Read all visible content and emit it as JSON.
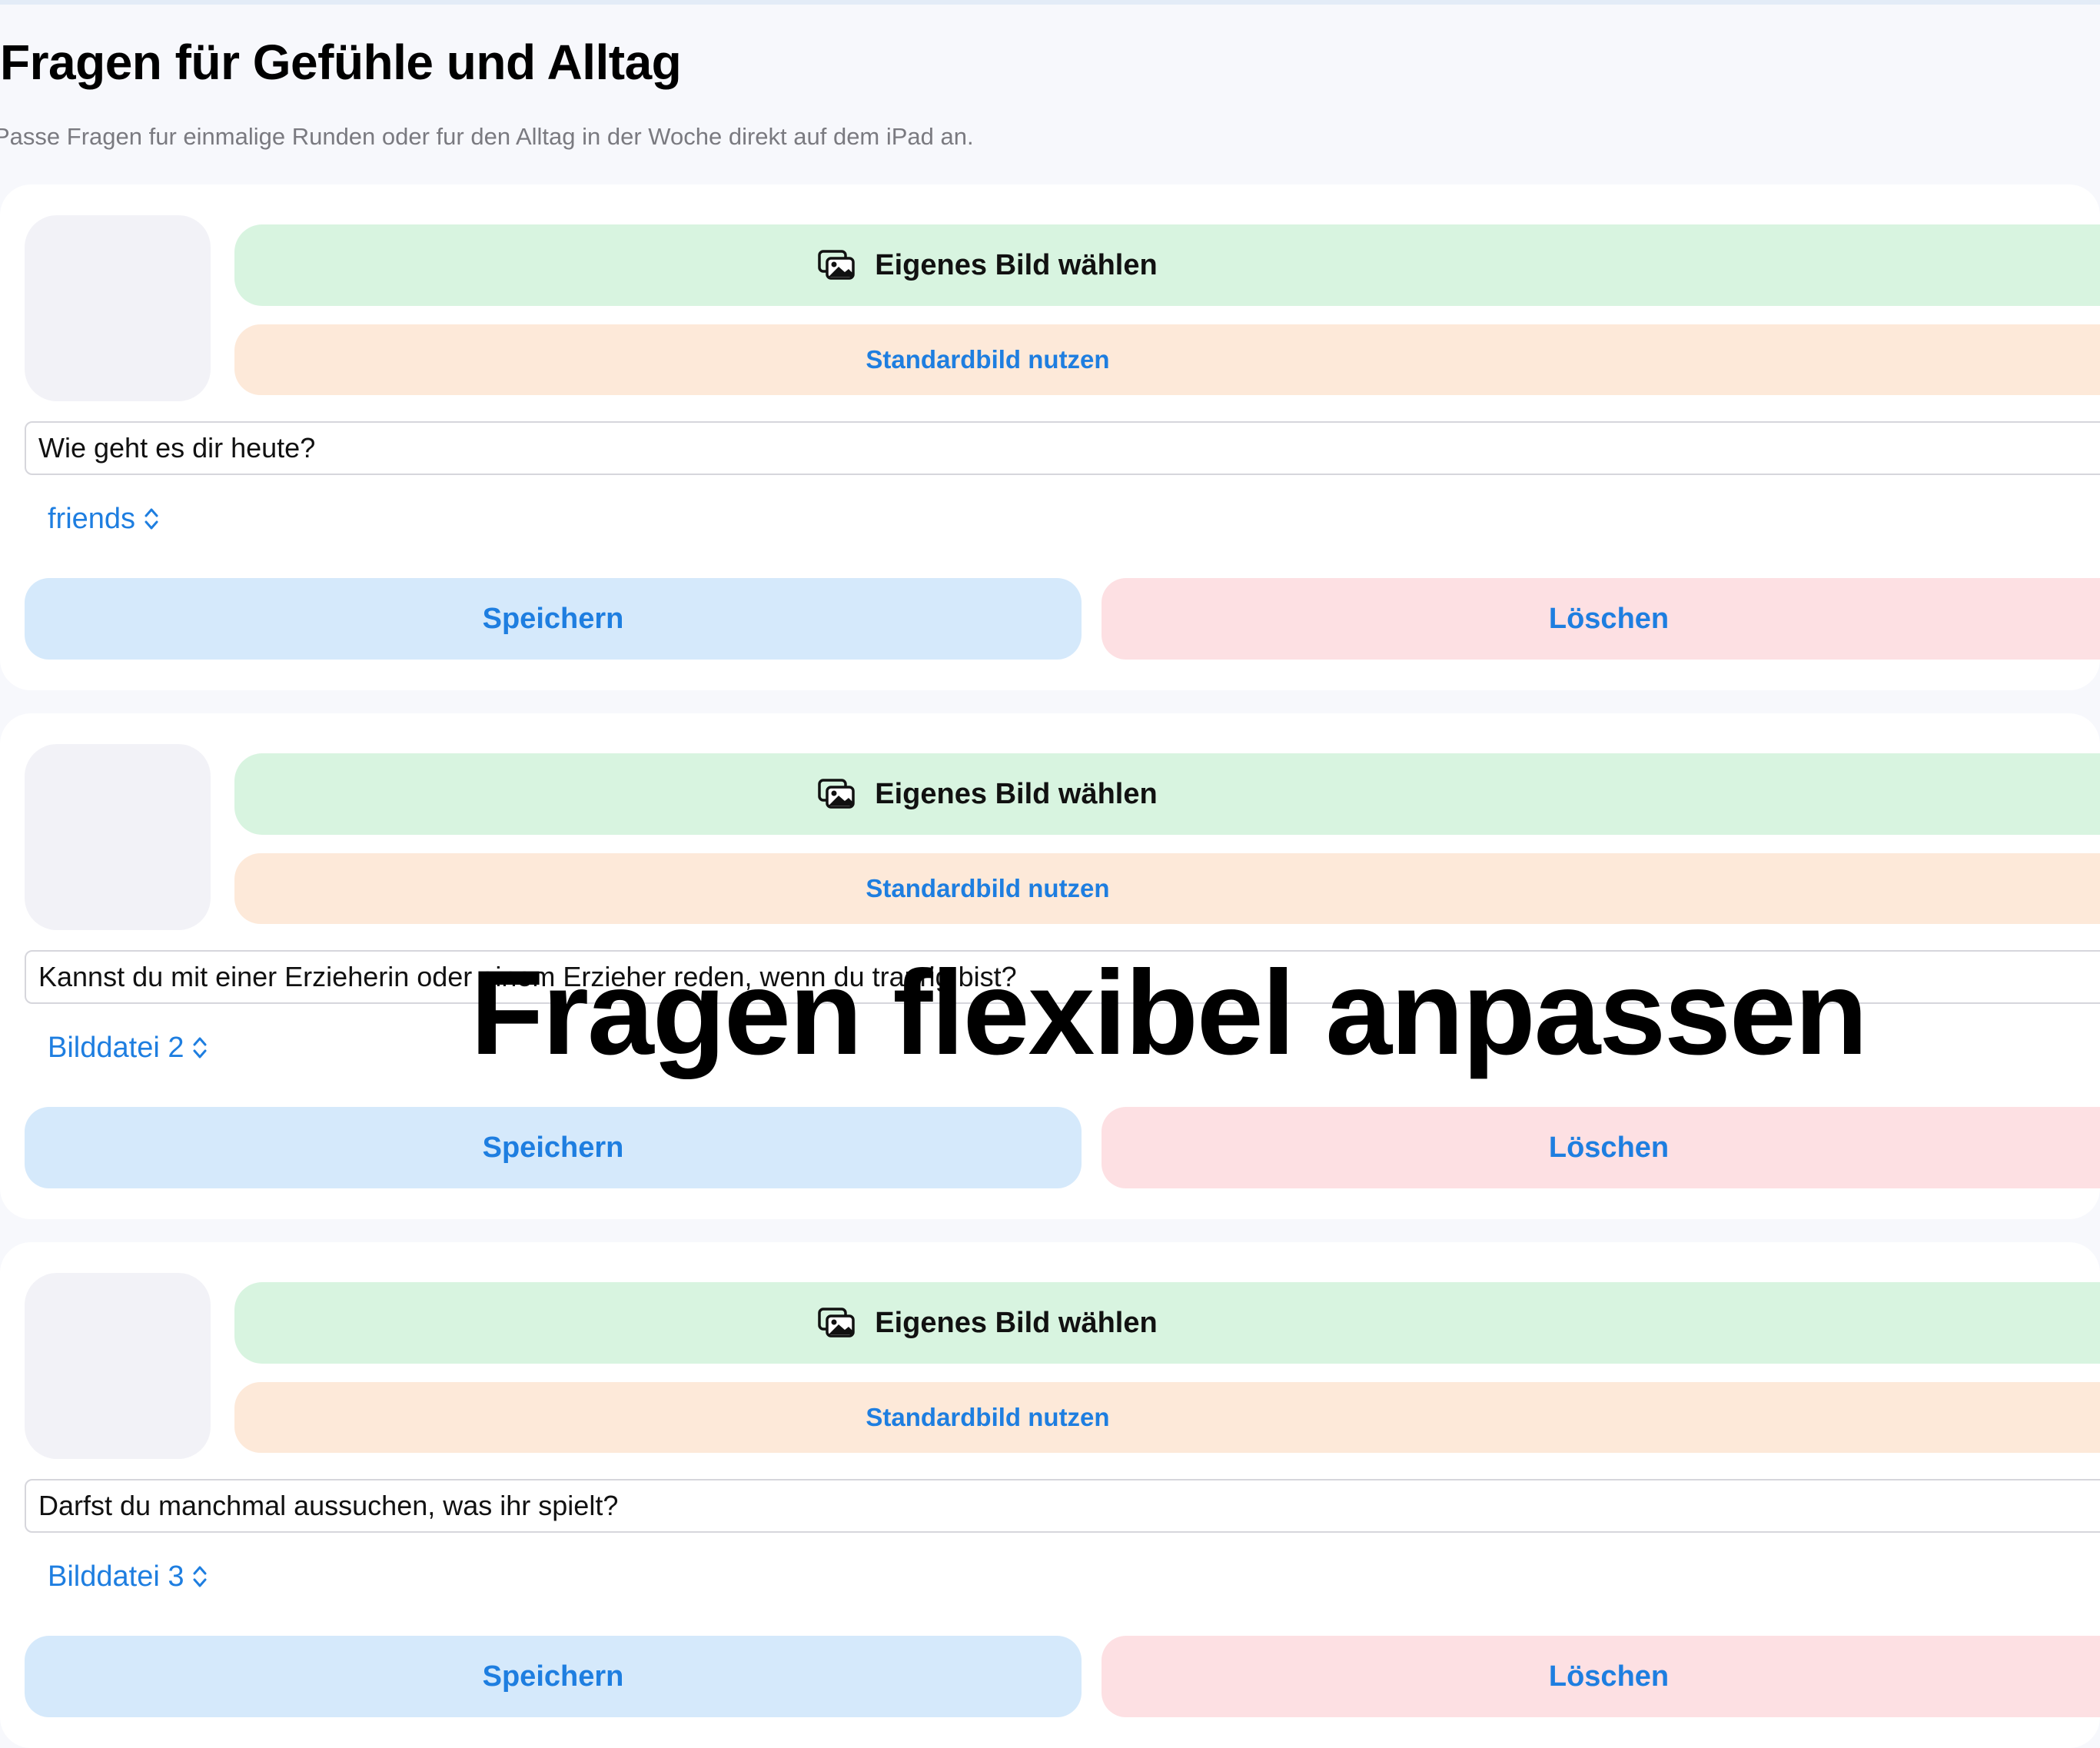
{
  "header": {
    "title": "Fragen für Gefühle und Alltag",
    "subtitle": "Passe Fragen fur einmalige Runden oder fur den Alltag in der Woche direkt auf dem iPad an."
  },
  "cards": [
    {
      "choose_image_label": "Eigenes Bild wählen",
      "default_image_label": "Standardbild nutzen",
      "question": "Wie geht es dir heute?",
      "picker_value": "friends",
      "save_label": "Speichern",
      "delete_label": "Löschen"
    },
    {
      "choose_image_label": "Eigenes Bild wählen",
      "default_image_label": "Standardbild nutzen",
      "question": "Kannst du mit einer Erzieherin oder einem Erzieher reden, wenn du traurig bist?",
      "picker_value": "Bilddatei 2",
      "save_label": "Speichern",
      "delete_label": "Löschen"
    },
    {
      "choose_image_label": "Eigenes Bild wählen",
      "default_image_label": "Standardbild nutzen",
      "question": "Darfst du manchmal aussuchen, was ihr spielt?",
      "picker_value": "Bilddatei 3",
      "save_label": "Speichern",
      "delete_label": "Löschen"
    }
  ],
  "overlay": {
    "caption": "Fragen flexibel anpassen"
  },
  "colors": {
    "accent": "#1e7ee0",
    "choose_bg": "#d8f4e0",
    "default_bg": "#fde9d9",
    "save_bg": "#d5e9fb",
    "delete_bg": "#fde0e3"
  },
  "icons": [
    "photo-stack-icon",
    "chevron-updown-icon"
  ]
}
